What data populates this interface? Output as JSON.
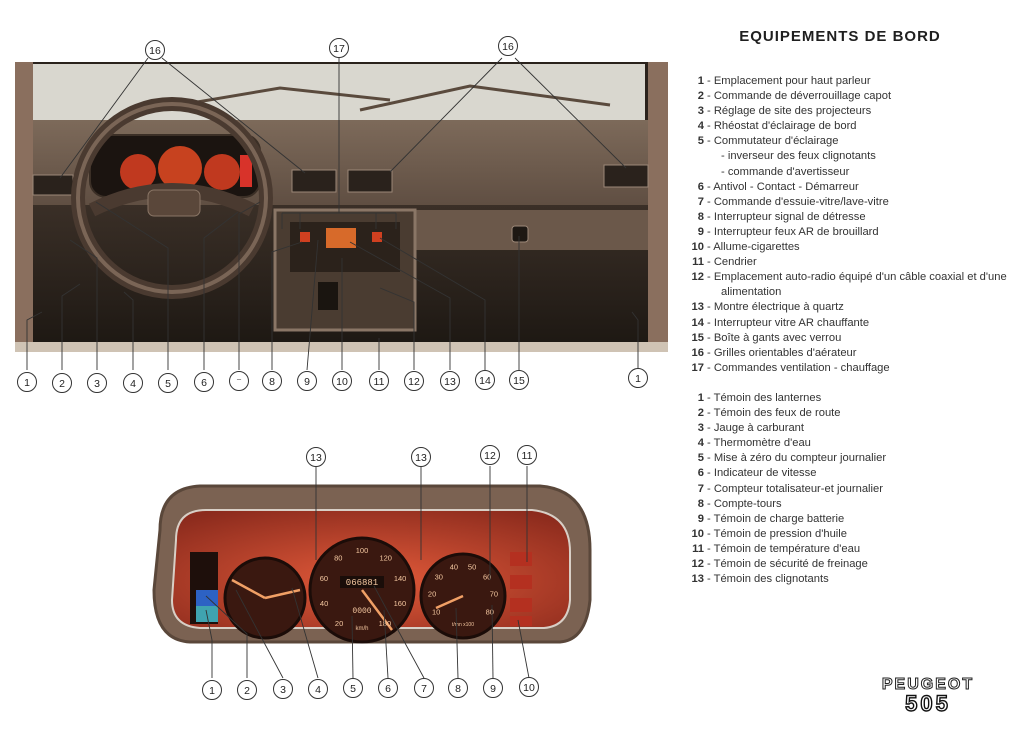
{
  "title": "EQUIPEMENTS DE BORD",
  "dashboard_callouts": [
    "16",
    "17",
    "16",
    "1",
    "2",
    "3",
    "4",
    "5",
    "6",
    "⁻",
    "8",
    "9",
    "10",
    "11",
    "12",
    "13",
    "14",
    "15",
    "1"
  ],
  "cluster_callouts": [
    "13",
    "13",
    "12",
    "11",
    "1",
    "2",
    "3",
    "4",
    "5",
    "6",
    "7",
    "8",
    "9",
    "10"
  ],
  "gauges": {
    "speedo_ticks": [
      "20",
      "40",
      "60",
      "80",
      "100",
      "120",
      "140",
      "160",
      "180"
    ],
    "odometer": "066881",
    "trip": "0000",
    "kmh": "km/h",
    "tacho_ticks": [
      "10",
      "20",
      "30",
      "40",
      "50",
      "60",
      "70",
      "80"
    ],
    "tacho_unit": "t/mn x100"
  },
  "legend_top": [
    {
      "num": "1",
      "text": "- Emplacement pour haut parleur"
    },
    {
      "num": "2",
      "text": "- Commande de déverrouillage capot"
    },
    {
      "num": "3",
      "text": "- Réglage de site des projecteurs"
    },
    {
      "num": "4",
      "text": "- Rhéostat d'éclairage de bord"
    },
    {
      "num": "5",
      "text": "- Commutateur d'éclairage"
    },
    {
      "num": "",
      "text": "- inverseur des feux clignotants",
      "sub": true
    },
    {
      "num": "",
      "text": "- commande d'avertisseur",
      "sub": true
    },
    {
      "num": "6",
      "text": "- Antivol - Contact - Démarreur"
    },
    {
      "num": "7",
      "text": "- Commande d'essuie-vitre/lave-vitre"
    },
    {
      "num": "8",
      "text": "- Interrupteur signal de détresse"
    },
    {
      "num": "9",
      "text": "- Interrupteur feux AR de brouillard"
    },
    {
      "num": "10",
      "text": "- Allume-cigarettes"
    },
    {
      "num": "11",
      "text": "- Cendrier"
    },
    {
      "num": "12",
      "text": "- Emplacement auto-radio équipé d'un câble coaxial et d'une"
    },
    {
      "num": "",
      "text": "alimentation",
      "sub": true
    },
    {
      "num": "13",
      "text": "- Montre électrique à quartz"
    },
    {
      "num": "14",
      "text": "- Interrupteur vitre AR chauffante"
    },
    {
      "num": "15",
      "text": "- Boîte à gants avec verrou"
    },
    {
      "num": "16",
      "text": "- Grilles orientables d'aérateur"
    },
    {
      "num": "17",
      "text": "- Commandes ventilation - chauffage"
    }
  ],
  "legend_bottom": [
    {
      "num": "1",
      "text": "- Témoin des lanternes"
    },
    {
      "num": "2",
      "text": "- Témoin des feux de route"
    },
    {
      "num": "3",
      "text": "- Jauge à carburant"
    },
    {
      "num": "4",
      "text": "- Thermomètre d'eau"
    },
    {
      "num": "5",
      "text": "- Mise à zéro du compteur journalier"
    },
    {
      "num": "6",
      "text": "- Indicateur de vitesse"
    },
    {
      "num": "7",
      "text": "- Compteur totalisateur-et journalier"
    },
    {
      "num": "8",
      "text": "- Compte-tours"
    },
    {
      "num": "9",
      "text": "- Témoin de charge batterie"
    },
    {
      "num": "10",
      "text": "- Témoin de pression d'huile"
    },
    {
      "num": "11",
      "text": "- Témoin de température d'eau"
    },
    {
      "num": "12",
      "text": "- Témoin de sécurité de freinage"
    },
    {
      "num": "13",
      "text": "- Témoin des clignotants"
    }
  ],
  "logo": {
    "brand": "PEUGEOT",
    "model": "505"
  }
}
